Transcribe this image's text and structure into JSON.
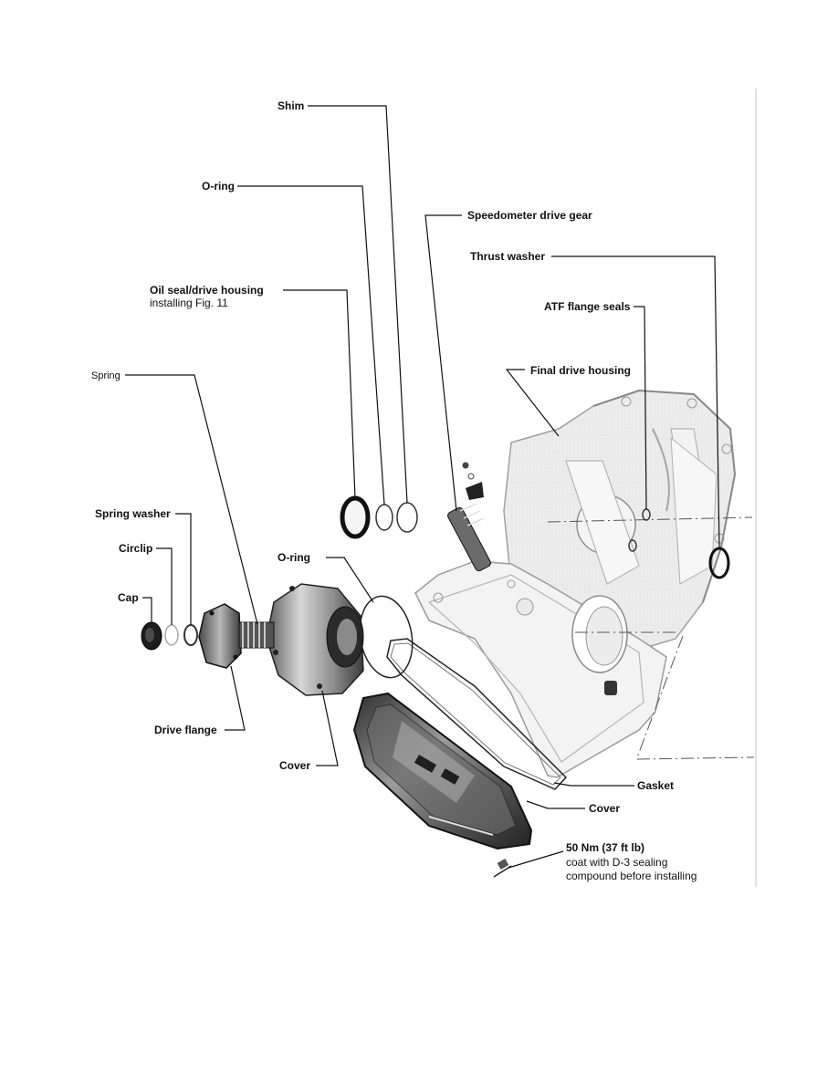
{
  "labels": {
    "shim": "Shim",
    "oring_top": "O-ring",
    "speedo": "Speedometer drive gear",
    "thrust": "Thrust washer",
    "oil_seal": "Oil seal/drive housing",
    "oil_seal_note": "installing Fig. 11",
    "atf": "ATF flange seals",
    "spring": "Spring",
    "final_drive": "Final drive housing",
    "spring_washer": "Spring washer",
    "circlip": "Circlip",
    "cap": "Cap",
    "oring_mid": "O-ring",
    "drive_flange": "Drive flange",
    "cover_left": "Cover",
    "gasket": "Gasket",
    "cover_right": "Cover",
    "torque": "50 Nm (37 ft lb)",
    "torque_note_1": "coat with D-3 sealing",
    "torque_note_2": "compound before installing"
  },
  "colors": {
    "ink": "#111111",
    "housing_fill": "#e9e9e9",
    "housing_line": "#9a9a9a",
    "metal_dark": "#3a3a3a",
    "metal_mid": "#7a7a7a",
    "metal_light": "#bdbdbd"
  }
}
